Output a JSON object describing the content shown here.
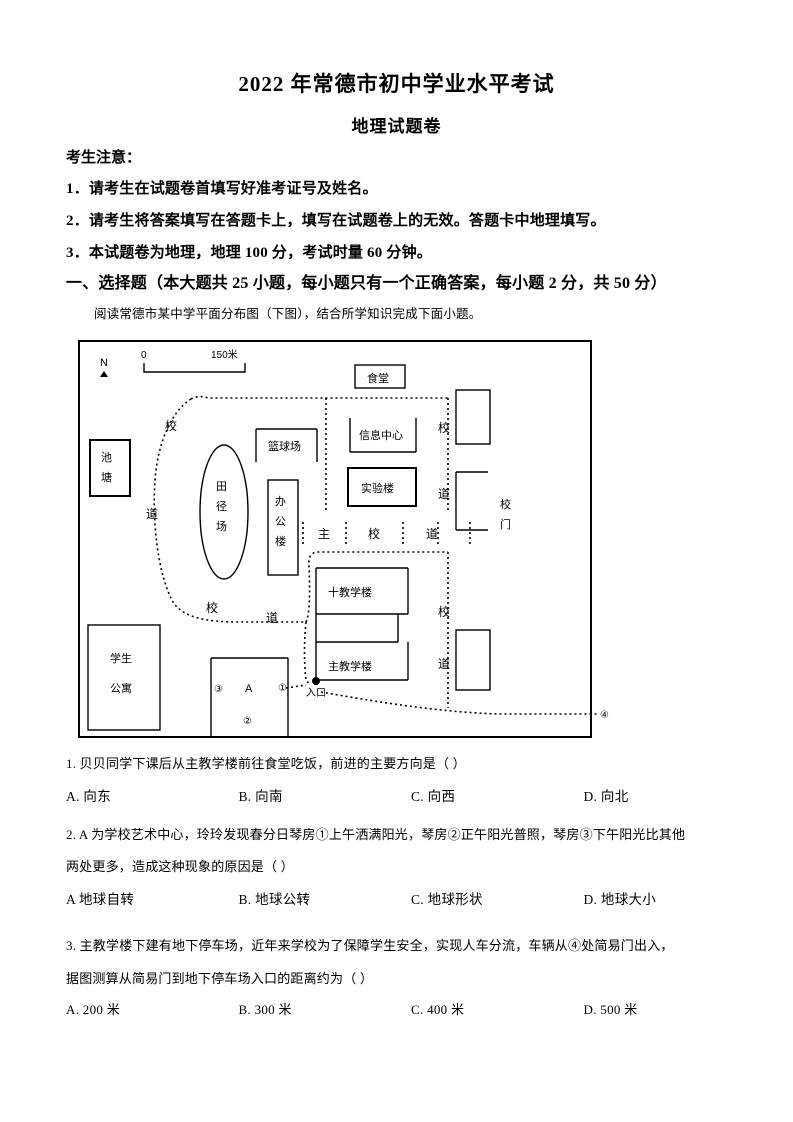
{
  "document": {
    "title_main": "2022 年常德市初中学业水平考试",
    "title_sub": "地理试题卷"
  },
  "notice": {
    "heading": "考生注意：",
    "lines": [
      "1．请考生在试题卷首填写好准考证号及姓名。",
      "2．请考生将答案填写在答题卡上，填写在试题卷上的无效。答题卡中地理填写。",
      "3．本试题卷为地理，地理 100 分，考试时量 60 分钟。"
    ]
  },
  "section": {
    "heading": "一、选择题（本大题共 25 小题，每小题只有一个正确答案，每小题 2 分，共 50 分）",
    "lead_in": "阅读常德市某中学平面分布图（下图），结合所学知识完成下面小题。"
  },
  "map": {
    "compass": "N",
    "scale_start": "0",
    "scale_end": "150米",
    "features": {
      "pond": "池塘",
      "canteen": "食堂",
      "basketball_court": "篮球场",
      "information_center": "信息中心",
      "lab_building": "实验楼",
      "track_field": "田径场",
      "office_building": "办公楼",
      "tenth_teaching_building": "十教学楼",
      "main_teaching_building": "主教学楼",
      "student_apartment": "学生公寓",
      "school_gate": "校门",
      "entrance": "入口"
    },
    "road_labels": {
      "main_road_1": "主",
      "main_road_2": "校",
      "main_road_3": "道",
      "west_road_1": "校",
      "west_road_2": "道",
      "south_road_1": "校",
      "south_road_2": "道",
      "east_road_top_1": "校",
      "east_road_top_2": "道",
      "east_road_bottom_1": "校",
      "east_road_bottom_2": "道"
    },
    "markers": {
      "m1": "①",
      "m2": "②",
      "m3": "③",
      "m4": "④",
      "art_center": "A"
    }
  },
  "questions": [
    {
      "stem": "1. 贝贝同学下课后从主教学楼前往食堂吃饭，前进的主要方向是（    ）",
      "options": [
        "A. 向东",
        "B. 向南",
        "C. 向西",
        "D. 向北"
      ]
    },
    {
      "stem_line1": "2. A 为学校艺术中心，玲玲发现春分日琴房①上午洒满阳光，琴房②正午阳光普照，琴房③下午阳光比其他",
      "stem_line2": "两处更多，造成这种现象的原因是（    ）",
      "options": [
        "A  地球自转",
        "B. 地球公转",
        "C. 地球形状",
        "D. 地球大小"
      ]
    },
    {
      "stem_line1": "3. 主教学楼下建有地下停车场，近年来学校为了保障学生安全，实现人车分流，车辆从④处简易门出入，",
      "stem_line2": "据图测算从简易门到地下停车场入口的距离约为（    ）",
      "options": [
        "A. 200 米",
        "B. 300 米",
        "C. 400 米",
        "D. 500 米"
      ]
    }
  ]
}
